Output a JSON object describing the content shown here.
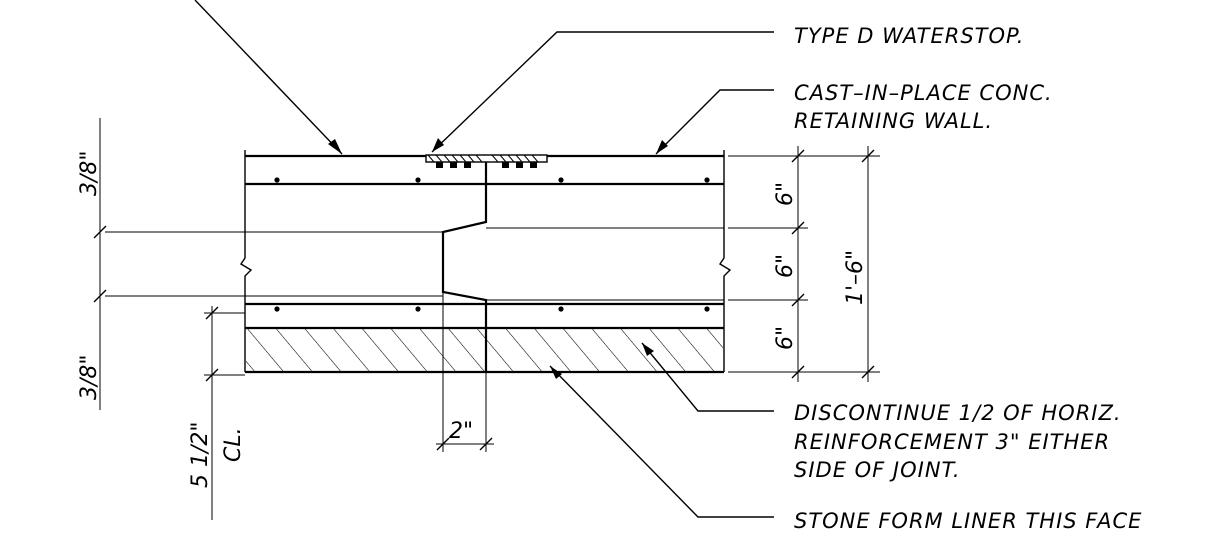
{
  "notes": {
    "waterstop": "TYPE  D  WATERSTOP.",
    "wall_line1": "CAST–IN–PLACE  CONC.",
    "wall_line2": "RETAINING  WALL.",
    "reinf_line1": "DISCONTINUE  1/2  OF  HORIZ.",
    "reinf_line2": "REINFORCEMENT  3\"  EITHER",
    "reinf_line3": "SIDE  OF  JOINT.",
    "liner": "STONE  FORM  LINER  THIS  FACE"
  },
  "dimensions": {
    "top_gap": "3/8\"",
    "bottom_gap": "3/8\"",
    "seg_top": "6\"",
    "seg_mid": "6\"",
    "seg_bot": "6\"",
    "overall": "1'–6\"",
    "offset": "2\"",
    "cover_value": "5  1/2\"",
    "cover_ref": "CL."
  }
}
